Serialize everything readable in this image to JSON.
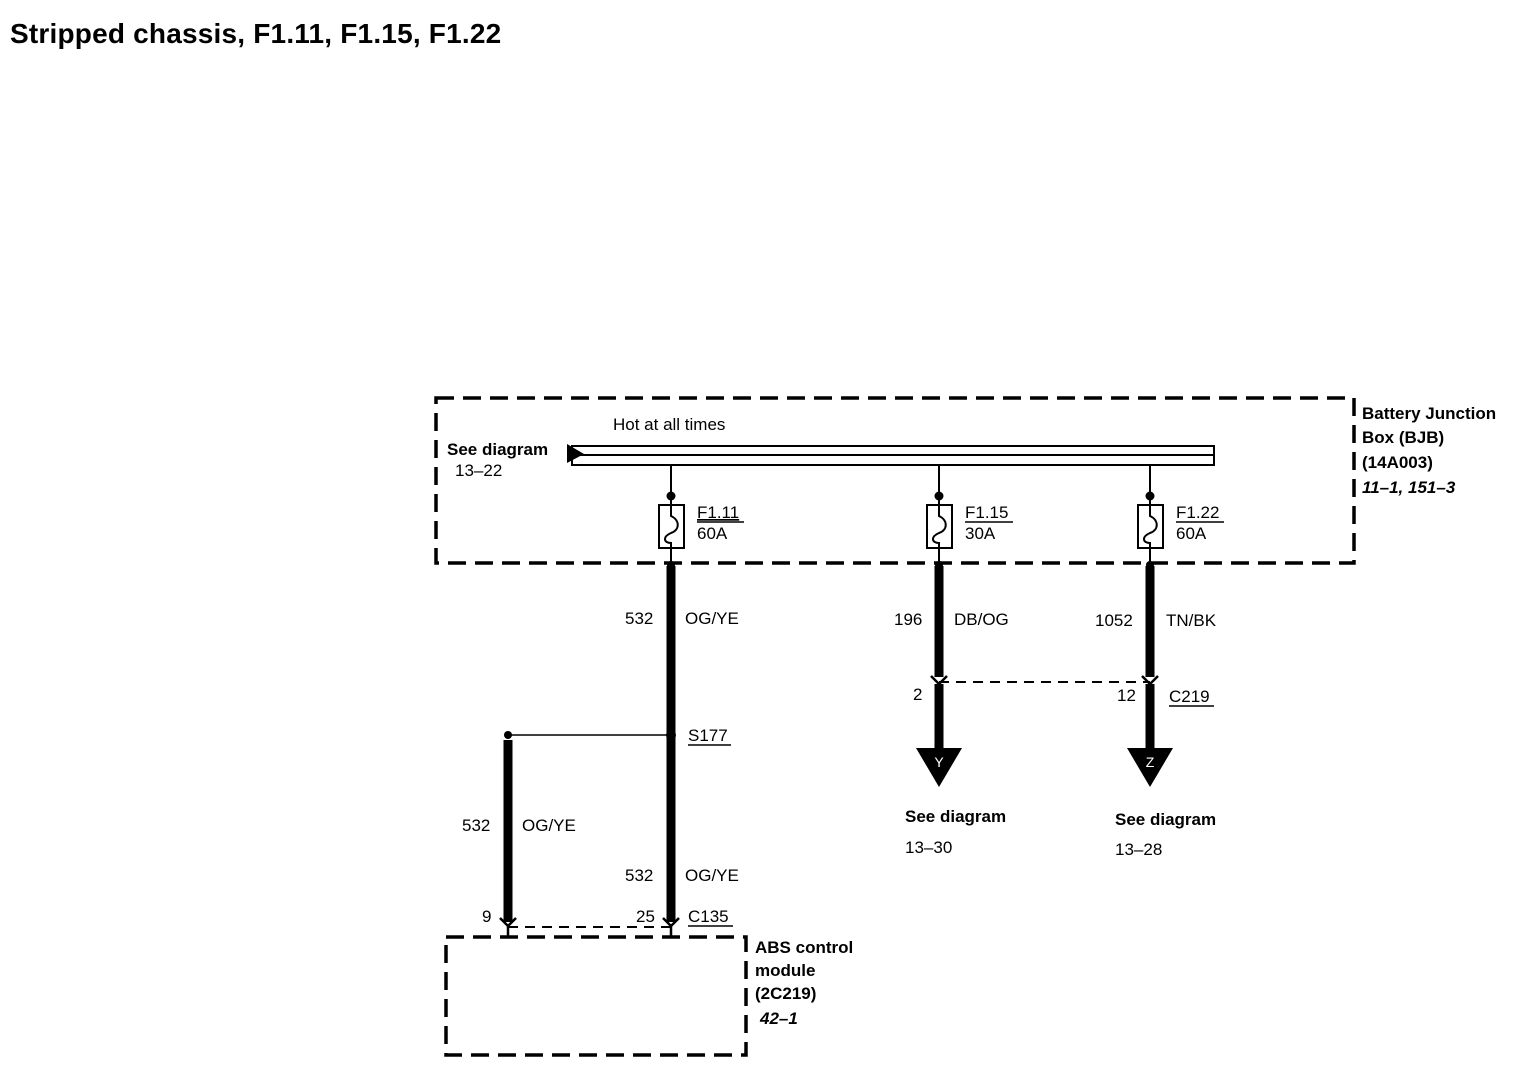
{
  "title": "Stripped chassis, F1.11, F1.15, F1.22",
  "bjb": {
    "name_line1": "Battery Junction",
    "name_line2": "Box (BJB)",
    "part": "(14A003)",
    "ref": "11–1, 151–3",
    "bus_label": "Hot at all times",
    "see_label": "See diagram",
    "see_ref": "13–22"
  },
  "fuses": [
    {
      "id": "F1.11",
      "rating": "60A",
      "circuit": "532",
      "color": "OG/YE"
    },
    {
      "id": "F1.15",
      "rating": "30A",
      "circuit": "196",
      "color": "DB/OG"
    },
    {
      "id": "F1.22",
      "rating": "60A",
      "circuit": "1052",
      "color": "TN/BK"
    }
  ],
  "splice": {
    "id": "S177",
    "branch_circuit": "532",
    "branch_color": "OG/YE",
    "main_circuit": "532",
    "main_color": "OG/YE"
  },
  "connector_c219": {
    "id": "C219",
    "pin_left": "2",
    "pin_right": "12"
  },
  "connector_c135": {
    "id": "C135",
    "pin_left": "9",
    "pin_right": "25"
  },
  "offpage": [
    {
      "letter": "Y",
      "see_label": "See diagram",
      "see_ref": "13–30"
    },
    {
      "letter": "Z",
      "see_label": "See diagram",
      "see_ref": "13–28"
    }
  ],
  "abs": {
    "line1": "ABS control",
    "line2": "module",
    "part": "(2C219)",
    "ref": "42–1"
  }
}
